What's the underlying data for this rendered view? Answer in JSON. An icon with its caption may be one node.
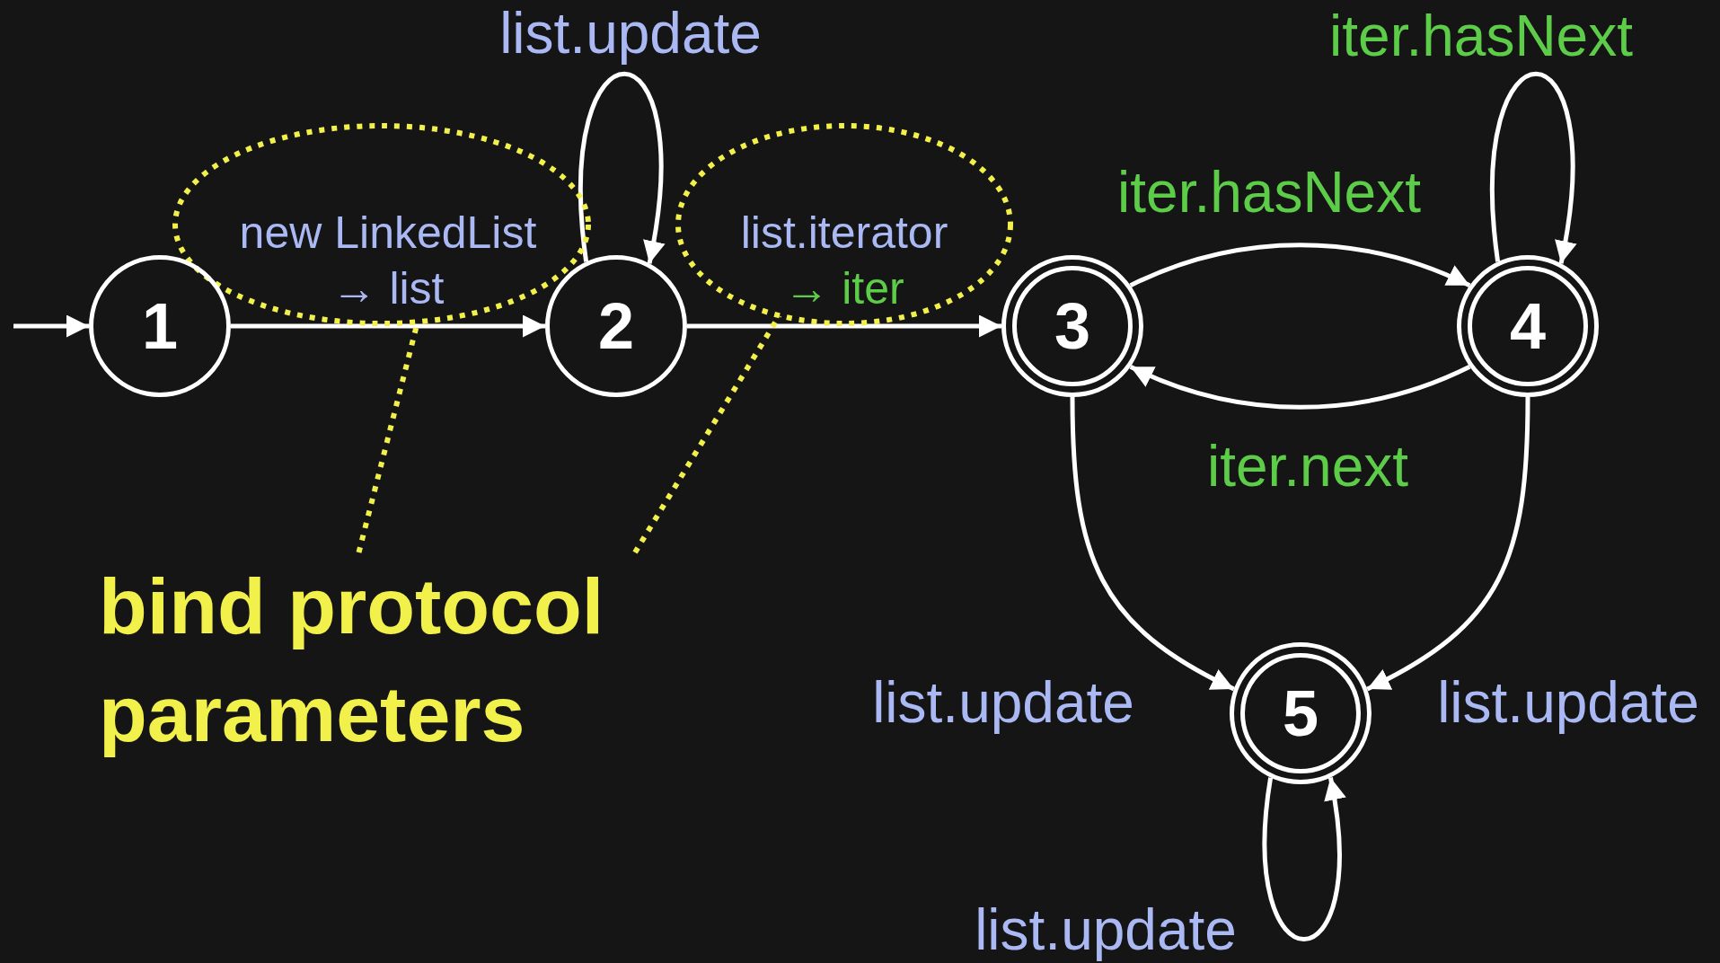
{
  "diagram": {
    "nodes": [
      {
        "text": [
          "1"
        ]
      },
      {
        "text": [
          "2"
        ]
      },
      {
        "text": [
          "3"
        ]
      },
      {
        "text": [
          "4"
        ]
      },
      {
        "text": [
          "5"
        ]
      },
      {
        "text": [],
        "shape": "ellipse"
      },
      {
        "text": [],
        "shape": "ellipse"
      },
      {
        "text": [
          "bind protocol parameters"
        ]
      }
    ],
    "edges": [
      {
        "from": null,
        "to": 0,
        "arrow": "to"
      },
      {
        "from": 0,
        "to": 1,
        "arrow": "to",
        "label": "new LinkedList → list"
      },
      {
        "from": 1,
        "to": 1,
        "arrow": "to",
        "label": "list.update"
      },
      {
        "from": 1,
        "to": 2,
        "arrow": "to",
        "label": "list.iterator → iter"
      },
      {
        "from": 2,
        "to": 3,
        "arrow": "to",
        "label": "iter.hasNext"
      },
      {
        "from": 3,
        "to": 3,
        "arrow": "to",
        "label": "iter.hasNext"
      },
      {
        "from": 3,
        "to": 2,
        "arrow": "to",
        "label": "iter.next"
      },
      {
        "from": 2,
        "to": 4,
        "arrow": "to",
        "label": "list.update"
      },
      {
        "from": 3,
        "to": 4,
        "arrow": "to",
        "label": "list.update"
      },
      {
        "from": 4,
        "to": 4,
        "arrow": "to",
        "label": "list.update"
      },
      {
        "from": 7,
        "to": 5,
        "arrow": "none",
        "style": "dashed",
        "color": "#f2f04a"
      },
      {
        "from": 7,
        "to": 6,
        "arrow": "none",
        "style": "dashed",
        "color": "#f2f04a"
      }
    ]
  }
}
